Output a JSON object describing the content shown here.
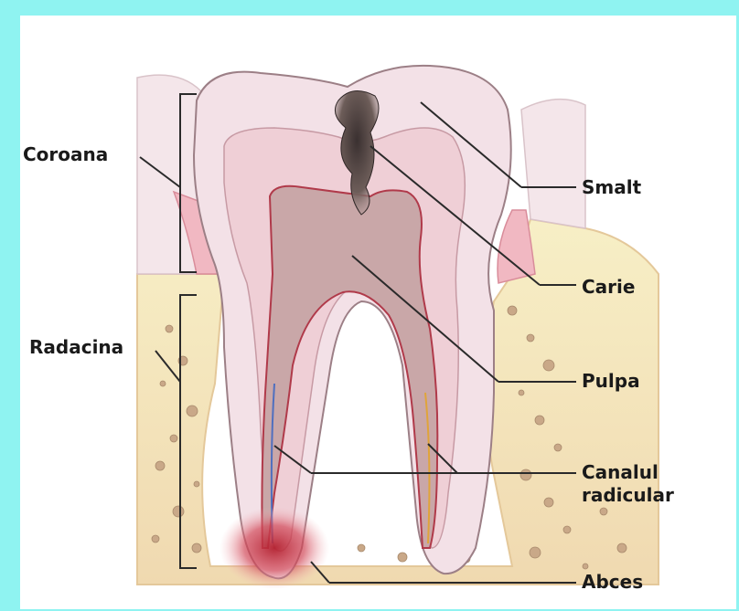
{
  "colors": {
    "frame": "#8ff3f1",
    "enamel": "#f3e1e7",
    "dentin": "#efcfd6",
    "pulp": "#c9a7a8",
    "bone": "#f6ecc0",
    "gum": "#f1b8c2",
    "decay": "#4a3e3a",
    "abscess": "#c8364a"
  },
  "labels": {
    "coroana": "Coroana",
    "radacina": "Radacina",
    "smalt": "Smalt",
    "carie": "Carie",
    "pulpa": "Pulpa",
    "canalul_line1": "Canalul",
    "canalul_line2": "radicular",
    "abces": "Abces"
  }
}
